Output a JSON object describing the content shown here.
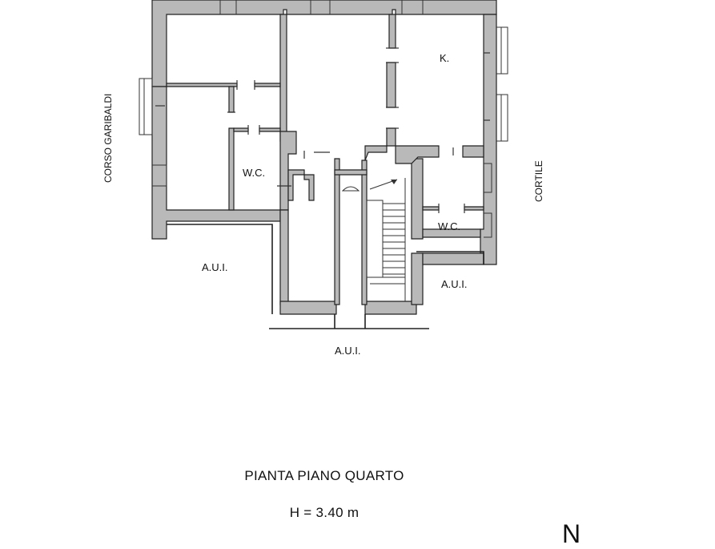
{
  "labels": {
    "street": "CORSO GARIBALDI",
    "courtyard": "CORTILE",
    "kitchen": "K.",
    "wc_left": "W.C.",
    "wc_right": "W.C.",
    "aui_left": "A.U.I.",
    "aui_right": "A.U.I.",
    "aui_bottom": "A.U.I."
  },
  "caption": {
    "title": "PIANTA PIANO QUARTO",
    "height": "H = 3.40 m"
  },
  "north_label": "N"
}
